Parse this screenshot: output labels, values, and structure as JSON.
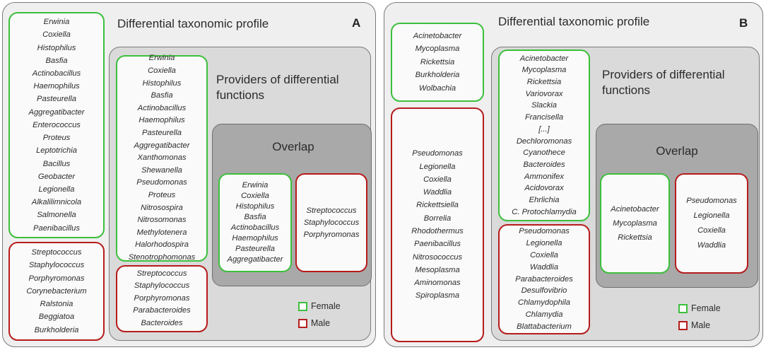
{
  "colors": {
    "female": "#3cbf3c",
    "male": "#b61c1c",
    "panel_bg": "#efefef",
    "mid_bg": "#dadada",
    "overlap_bg": "#a9a9a9"
  },
  "legend": {
    "female": "Female",
    "male": "Male"
  },
  "panel_a": {
    "letter": "A",
    "title": "Differential taxonomic profile",
    "providers_title": "Providers of differential functions",
    "overlap_title": "Overlap",
    "profile_female": [
      "Erwinia",
      "Coxiella",
      "Histophilus",
      "Basfia",
      "Actinobacillus",
      "Haemophilus",
      "Pasteurella",
      "Aggregatibacter",
      "Enterococcus",
      "Proteus",
      "Leptotrichia",
      "Bacillus",
      "Geobacter",
      "Legionella",
      "Alkalilimnicola",
      "Salmonella",
      "Paenibacillus"
    ],
    "profile_male": [
      "Streptococcus",
      "Staphylococcus",
      "Porphyromonas",
      "Corynebacterium",
      "Ralstonia",
      "Beggiatoa",
      "Burkholderia"
    ],
    "providers_female": [
      "Erwinia",
      "Coxiella",
      "Histophilus",
      "Basfia",
      "Actinobacillus",
      "Haemophilus",
      "Pasteurella",
      "Aggregatibacter",
      "Xanthomonas",
      "Shewanella",
      "Pseudomonas",
      "Proteus",
      "Nitrosospira",
      "Nitrosomonas",
      "Methylotenera",
      "Halorhodospira",
      "Stenotrophomonas"
    ],
    "providers_male": [
      "Streptococcus",
      "Staphylococcus",
      "Porphyromonas",
      "Parabacteroides",
      "Bacteroides"
    ],
    "overlap_female": [
      "Erwinia",
      "Coxiella",
      "Histophilus",
      "Basfia",
      "Actinobacillus",
      "Haemophilus",
      "Pasteurella",
      "Aggregatibacter"
    ],
    "overlap_male": [
      "Streptococcus",
      "Staphylococcus",
      "Porphyromonas"
    ]
  },
  "panel_b": {
    "letter": "B",
    "title": "Differential taxonomic profile",
    "providers_title": "Providers of differential functions",
    "overlap_title": "Overlap",
    "profile_female": [
      "Acinetobacter",
      "Mycoplasma",
      "Rickettsia",
      "Burkholderia",
      "Wolbachia"
    ],
    "profile_male": [
      "Pseudomonas",
      "Legionella",
      "Coxiella",
      "Waddlia",
      "Rickettsiella",
      "Borrelia",
      "Rhodothermus",
      "Paenibacillus",
      "Nitrosococcus",
      "Mesoplasma",
      "Aminomonas",
      "Spiroplasma"
    ],
    "providers_female": [
      "Acinetobacter",
      "Mycoplasma",
      "Rickettsia",
      "Variovorax",
      "Slackia",
      "Francisella",
      "[...]",
      "Dechloromonas",
      "Cyanothece",
      "Bacteroides",
      "Ammonifex",
      "Acidovorax",
      "Ehrlichia",
      "C. Protochlamydia"
    ],
    "providers_male": [
      "Pseudomonas",
      "Legionella",
      "Coxiella",
      "Waddlia",
      "Parabacteroides",
      "Desulfovibrio",
      "Chlamydophila",
      "Chlamydia",
      "Blattabacterium"
    ],
    "overlap_female": [
      "Acinetobacter",
      "Mycoplasma",
      "Rickettsia"
    ],
    "overlap_male": [
      "Pseudomonas",
      "Legionella",
      "Coxiella",
      "Waddlia"
    ]
  }
}
